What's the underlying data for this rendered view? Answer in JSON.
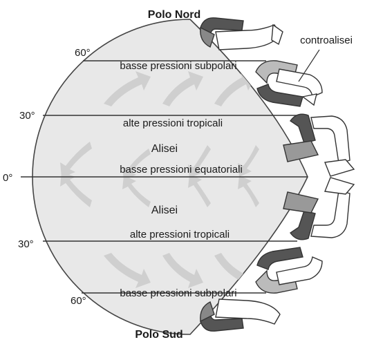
{
  "poles": {
    "north": "Polo Nord",
    "south": "Polo Sud"
  },
  "latitudes": {
    "n60": "60°",
    "n30": "30°",
    "eq": "0°",
    "s30": "30°",
    "s60": "60°"
  },
  "zones": {
    "n_subpolar": "basse pressioni subpolari",
    "n_tropical": "alte pressioni tropicali",
    "equatorial": "basse pressioni equatoriali",
    "s_tropical": "alte pressioni tropicali",
    "s_subpolar": "basse pressioni subpolari"
  },
  "winds": {
    "n_alisei": "Alisei",
    "s_alisei": "Alisei",
    "controalisei": "controalisei"
  }
}
